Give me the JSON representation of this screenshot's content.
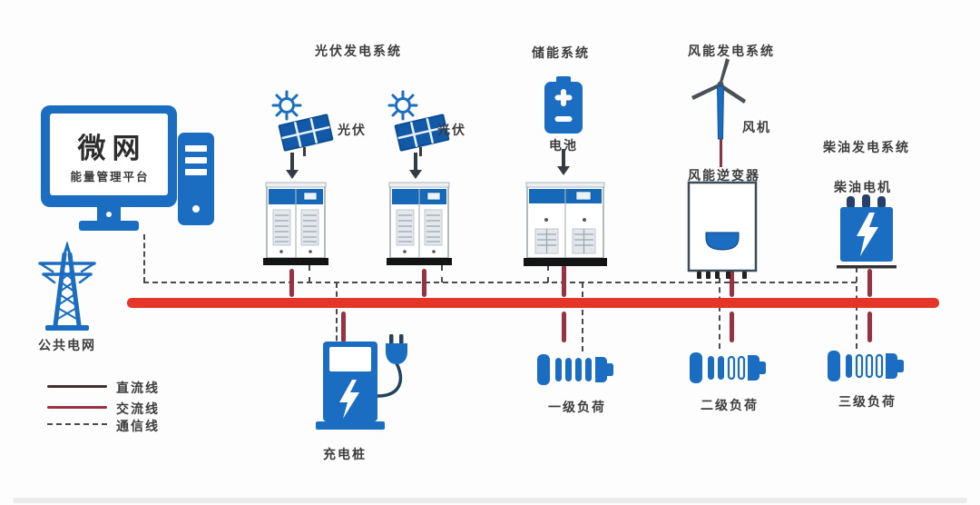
{
  "platform": {
    "title": "微网",
    "subtitle": "能量管理平台"
  },
  "public_grid_label": "公共电网",
  "legend": {
    "dc_label": "直流线",
    "ac_label": "交流线",
    "comm_label": "通信线"
  },
  "pv": {
    "system_title": "光伏发电系统",
    "panel1_label": "光伏",
    "panel2_label": "光伏"
  },
  "storage": {
    "system_title": "储能系统",
    "battery_label": "电池"
  },
  "wind": {
    "system_title": "风能发电系统",
    "turbine_label": "风机",
    "inverter_label": "风能逆变器"
  },
  "diesel": {
    "system_title": "柴油发电系统",
    "generator_label": "柴油电机"
  },
  "charging_label": "充电桩",
  "loads": {
    "primary": "一级负荷",
    "secondary": "二级负荷",
    "tertiary": "三级负荷"
  },
  "colors": {
    "brand_blue": "#1a6dc0",
    "bus_red": "#e53528",
    "ac_line": "#9a3142",
    "dc_line": "#42302c",
    "comm_line": "#4a4a4a"
  }
}
